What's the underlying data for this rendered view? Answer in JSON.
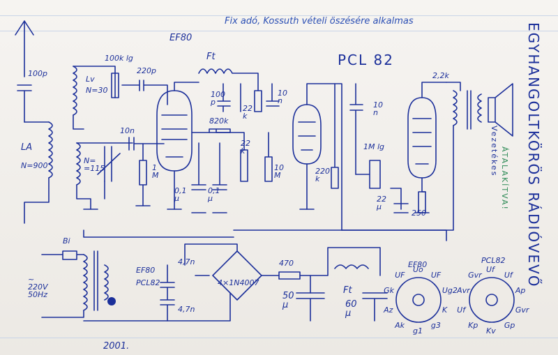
{
  "header": {
    "note": "Fix adó, Kossuth vételi öszésére alkalmas",
    "title_vertical": "EGYHANGOLTKÖRÖS RÁDIÓVEVŐ",
    "year": "2001."
  },
  "side_note": {
    "line1": "Vezetékes",
    "line2": "ÁTALAKÍTVA!",
    "color": "#2c8a55"
  },
  "tubes": {
    "ef80": "EF80",
    "pcl82": "PCL 82"
  },
  "components": {
    "antenna_cap": "100p",
    "coil_la": "LA",
    "coil_la_n": "N=900",
    "pot_100k": "100k lg",
    "coil_lv": "Lv",
    "coil_lv_n": "N=30",
    "cap_220p": "220p",
    "choke_ft": "Ft",
    "coil_n115": "N=\n=115",
    "cap_10n_grid": "10n",
    "res_1m": "1\nM",
    "cap_100p": "100\np",
    "res_22k_a": "22\nk",
    "cap_10n_a": "10\nn",
    "res_820k": "820k",
    "res_22k_b": "22\nk",
    "res_10m": "10\nM",
    "cap_01_a": "0,1\nμ",
    "cap_01_b": "0,1\nμ",
    "cap_10n_b": "10\nn",
    "res_220k": "220\nk",
    "pot_1m": "1M lg",
    "cap_22": "22\nμ",
    "res_250": "250",
    "out_22k": "2,2k",
    "fuse_label": "Bi",
    "mains": "~\n220V\n50Hz",
    "heater_ef80": "EF80",
    "heater_pcl82": "PCL82",
    "cap_47_a": "4,7n",
    "cap_47_b": "4,7n",
    "bridge": "4×1N4007",
    "res_470": "470",
    "cap_50": "50\nμ",
    "choke_ft2": "Ft",
    "cap_60": "60\nμ"
  },
  "pinouts": {
    "ef80_title": "EF80",
    "ef80_pins": [
      "Uo",
      "UF",
      "Ug2",
      "K",
      "g3",
      "g1",
      "Ak",
      "Az",
      "Gk",
      "UF"
    ],
    "pcl82_title": "PCL82",
    "pcl82_pins": [
      "Uf",
      "Uf",
      "Ap",
      "Gvr",
      "Gp",
      "Kv",
      "Kp",
      "Uf",
      "Avr",
      "Gvr"
    ]
  }
}
